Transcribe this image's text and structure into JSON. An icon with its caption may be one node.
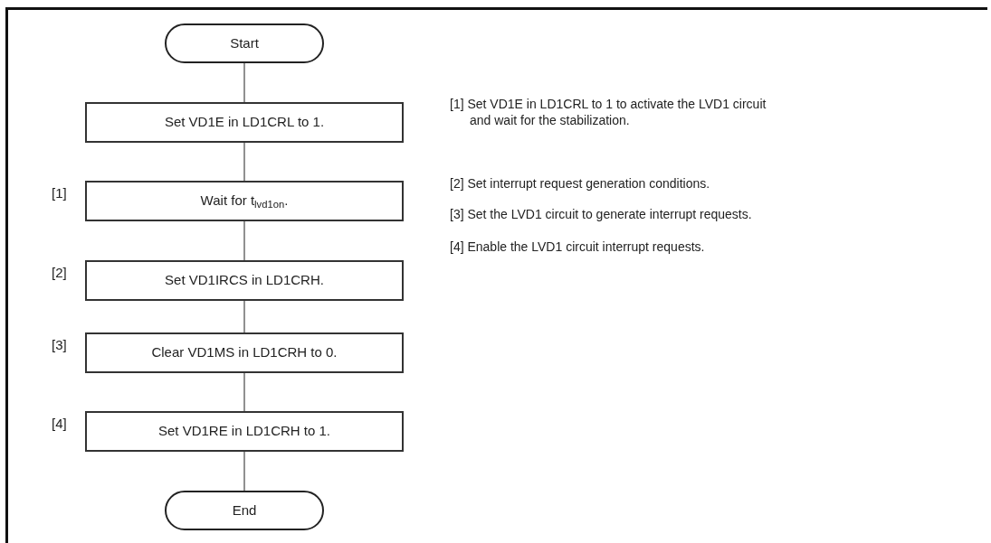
{
  "diagram": {
    "nodes": [
      {
        "text": [
          "Start"
        ]
      },
      {
        "text": [
          "Set VD1E in LD1CRL to 1."
        ]
      },
      {
        "text": [
          "Wait for t$_{lvd1on}$."
        ],
        "beside": [
          "[1]"
        ]
      },
      {
        "text": [
          "Set VD1IRCS in LD1CRH."
        ],
        "beside": [
          "[2]"
        ]
      },
      {
        "text": [
          "Clear VD1MS in LD1CRH to 0."
        ],
        "beside": [
          "[3]"
        ]
      },
      {
        "text": [
          "Set VD1RE in LD1CRH to 1."
        ],
        "beside": [
          "[4]"
        ]
      },
      {
        "text": [
          "End"
        ]
      }
    ],
    "edges": [
      {
        "from": 0,
        "to": 1,
        "arrow": "none"
      },
      {
        "from": 1,
        "to": 2,
        "arrow": "none"
      },
      {
        "from": 2,
        "to": 3,
        "arrow": "none"
      },
      {
        "from": 3,
        "to": 4,
        "arrow": "none"
      },
      {
        "from": 4,
        "to": 5,
        "arrow": "none"
      },
      {
        "from": 5,
        "to": 6,
        "arrow": "none"
      }
    ],
    "labels": [
      "[1] Set VD1E in LD1CRL to 1 to activate the LVD1 circuit and wait for the stabilization.",
      "[2] Set interrupt request generation conditions.",
      "[3] Set the LVD1 circuit to generate interrupt requests.",
      "[4] Enable the LVD1 circuit interrupt requests."
    ]
  }
}
